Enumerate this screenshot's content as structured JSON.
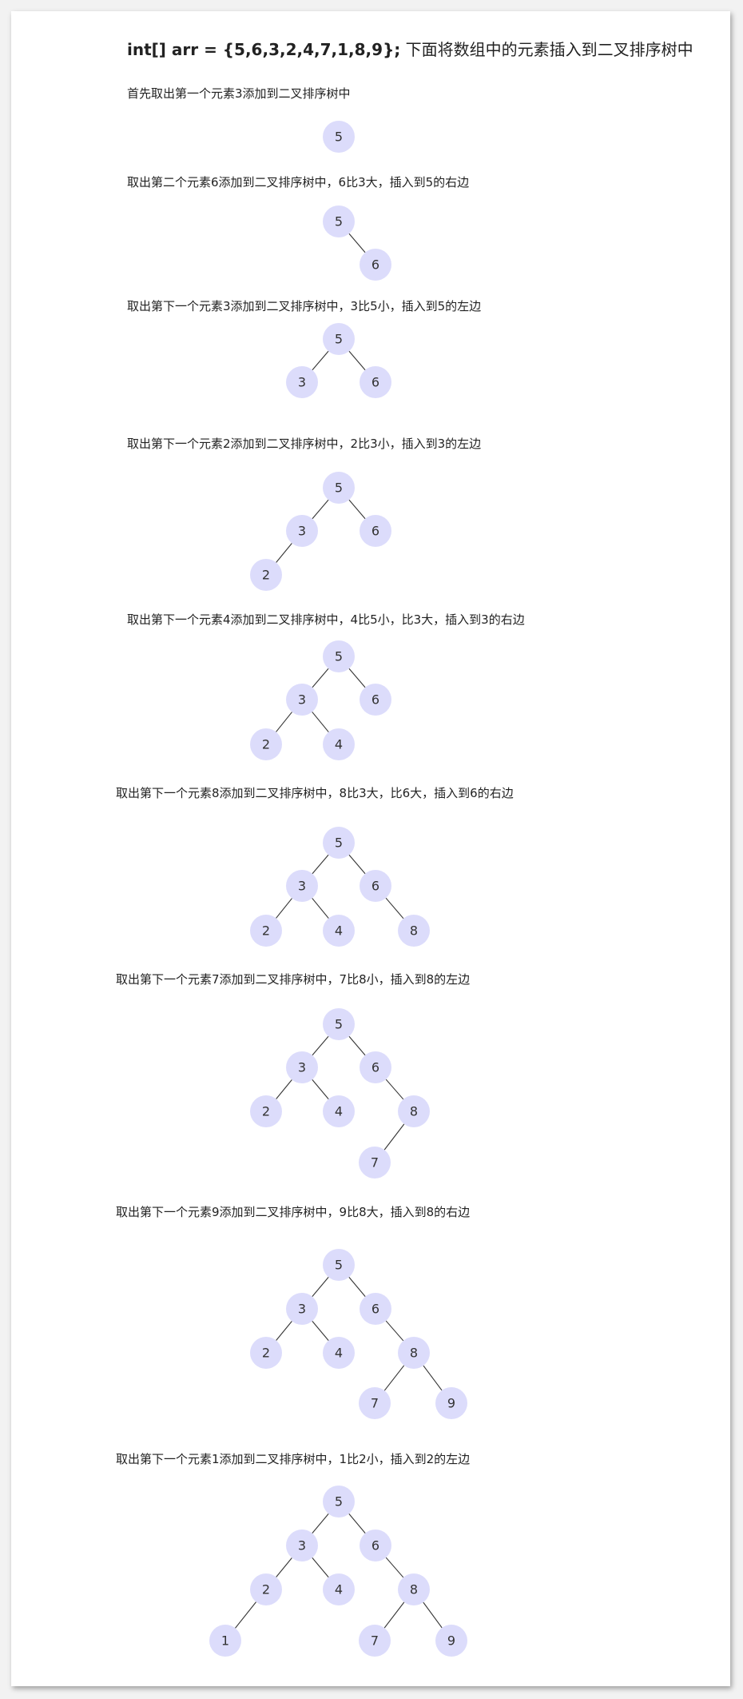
{
  "title": {
    "code": "int[] arr = {5,6,3,2,4,7,1,8,9};",
    "text": " 下面将数组中的元素插入到二叉排序树中"
  },
  "steps": [
    {
      "caption": "首先取出第一个元素3添加到二叉排序树中",
      "nodes": [
        {
          "id": "n5",
          "label": "5"
        }
      ],
      "edges": []
    },
    {
      "caption": "取出第二个元素6添加到二叉排序树中，6比3大，插入到5的右边",
      "nodes": [
        {
          "id": "n5",
          "label": "5"
        },
        {
          "id": "n6",
          "label": "6"
        }
      ],
      "edges": [
        [
          "n5",
          "n6"
        ]
      ]
    },
    {
      "caption": "取出第下一个元素3添加到二叉排序树中，3比5小，插入到5的左边",
      "nodes": [
        {
          "id": "n5",
          "label": "5"
        },
        {
          "id": "n3",
          "label": "3"
        },
        {
          "id": "n6",
          "label": "6"
        }
      ],
      "edges": [
        [
          "n5",
          "n3"
        ],
        [
          "n5",
          "n6"
        ]
      ]
    },
    {
      "caption": "取出第下一个元素2添加到二叉排序树中，2比3小，插入到3的左边",
      "nodes": [
        {
          "id": "n5",
          "label": "5"
        },
        {
          "id": "n3",
          "label": "3"
        },
        {
          "id": "n6",
          "label": "6"
        },
        {
          "id": "n2",
          "label": "2"
        }
      ],
      "edges": [
        [
          "n5",
          "n3"
        ],
        [
          "n5",
          "n6"
        ],
        [
          "n3",
          "n2"
        ]
      ]
    },
    {
      "caption": "取出第下一个元素4添加到二叉排序树中，4比5小，比3大，插入到3的右边",
      "nodes": [
        {
          "id": "n5",
          "label": "5"
        },
        {
          "id": "n3",
          "label": "3"
        },
        {
          "id": "n6",
          "label": "6"
        },
        {
          "id": "n2",
          "label": "2"
        },
        {
          "id": "n4",
          "label": "4"
        }
      ],
      "edges": [
        [
          "n5",
          "n3"
        ],
        [
          "n5",
          "n6"
        ],
        [
          "n3",
          "n2"
        ],
        [
          "n3",
          "n4"
        ]
      ]
    },
    {
      "caption": "取出第下一个元素8添加到二叉排序树中，8比3大，比6大，插入到6的右边",
      "nodes": [
        {
          "id": "n5",
          "label": "5"
        },
        {
          "id": "n3",
          "label": "3"
        },
        {
          "id": "n6",
          "label": "6"
        },
        {
          "id": "n2",
          "label": "2"
        },
        {
          "id": "n4",
          "label": "4"
        },
        {
          "id": "n8",
          "label": "8"
        }
      ],
      "edges": [
        [
          "n5",
          "n3"
        ],
        [
          "n5",
          "n6"
        ],
        [
          "n3",
          "n2"
        ],
        [
          "n3",
          "n4"
        ],
        [
          "n6",
          "n8"
        ]
      ]
    },
    {
      "caption": "取出第下一个元素7添加到二叉排序树中，7比8小，插入到8的左边",
      "nodes": [
        {
          "id": "n5",
          "label": "5"
        },
        {
          "id": "n3",
          "label": "3"
        },
        {
          "id": "n6",
          "label": "6"
        },
        {
          "id": "n2",
          "label": "2"
        },
        {
          "id": "n4",
          "label": "4"
        },
        {
          "id": "n8",
          "label": "8"
        },
        {
          "id": "n7",
          "label": "7"
        }
      ],
      "edges": [
        [
          "n5",
          "n3"
        ],
        [
          "n5",
          "n6"
        ],
        [
          "n3",
          "n2"
        ],
        [
          "n3",
          "n4"
        ],
        [
          "n6",
          "n8"
        ],
        [
          "n8",
          "n7"
        ]
      ]
    },
    {
      "caption": "取出第下一个元素9添加到二叉排序树中，9比8大，插入到8的右边",
      "nodes": [
        {
          "id": "n5",
          "label": "5"
        },
        {
          "id": "n3",
          "label": "3"
        },
        {
          "id": "n6",
          "label": "6"
        },
        {
          "id": "n2",
          "label": "2"
        },
        {
          "id": "n4",
          "label": "4"
        },
        {
          "id": "n8",
          "label": "8"
        },
        {
          "id": "n7",
          "label": "7"
        },
        {
          "id": "n9",
          "label": "9"
        }
      ],
      "edges": [
        [
          "n5",
          "n3"
        ],
        [
          "n5",
          "n6"
        ],
        [
          "n3",
          "n2"
        ],
        [
          "n3",
          "n4"
        ],
        [
          "n6",
          "n8"
        ],
        [
          "n8",
          "n7"
        ],
        [
          "n8",
          "n9"
        ]
      ]
    },
    {
      "caption": "取出第下一个元素1添加到二叉排序树中，1比2小，插入到2的左边",
      "nodes": [
        {
          "id": "n5",
          "label": "5"
        },
        {
          "id": "n3",
          "label": "3"
        },
        {
          "id": "n6",
          "label": "6"
        },
        {
          "id": "n2",
          "label": "2"
        },
        {
          "id": "n4",
          "label": "4"
        },
        {
          "id": "n8",
          "label": "8"
        },
        {
          "id": "n7",
          "label": "7"
        },
        {
          "id": "n9",
          "label": "9"
        },
        {
          "id": "n1",
          "label": "1"
        }
      ],
      "edges": [
        [
          "n5",
          "n3"
        ],
        [
          "n5",
          "n6"
        ],
        [
          "n3",
          "n2"
        ],
        [
          "n3",
          "n4"
        ],
        [
          "n6",
          "n8"
        ],
        [
          "n8",
          "n7"
        ],
        [
          "n8",
          "n9"
        ],
        [
          "n2",
          "n1"
        ]
      ]
    }
  ],
  "colors": {
    "node_fill": "#dcdcfb",
    "edge": "#333333"
  }
}
